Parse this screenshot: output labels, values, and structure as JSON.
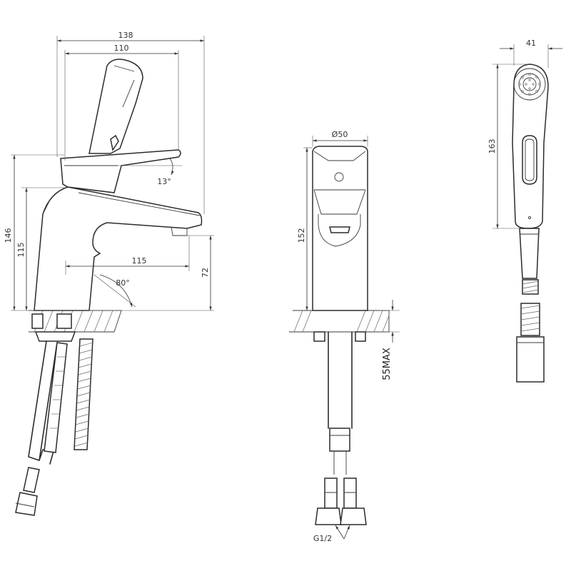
{
  "dimensions": {
    "overall_width": "138",
    "spout_reach": "110",
    "lever_angle": "13°",
    "total_height": "146",
    "spout_height": "115",
    "hose_reach": "115",
    "mount_angle": "80°",
    "outlet_height": "72",
    "body_diameter": "Ø50",
    "front_height": "152",
    "max_thickness": "55MAX",
    "connection": "G1/2",
    "handshower_width": "41",
    "handshower_length": "163"
  }
}
